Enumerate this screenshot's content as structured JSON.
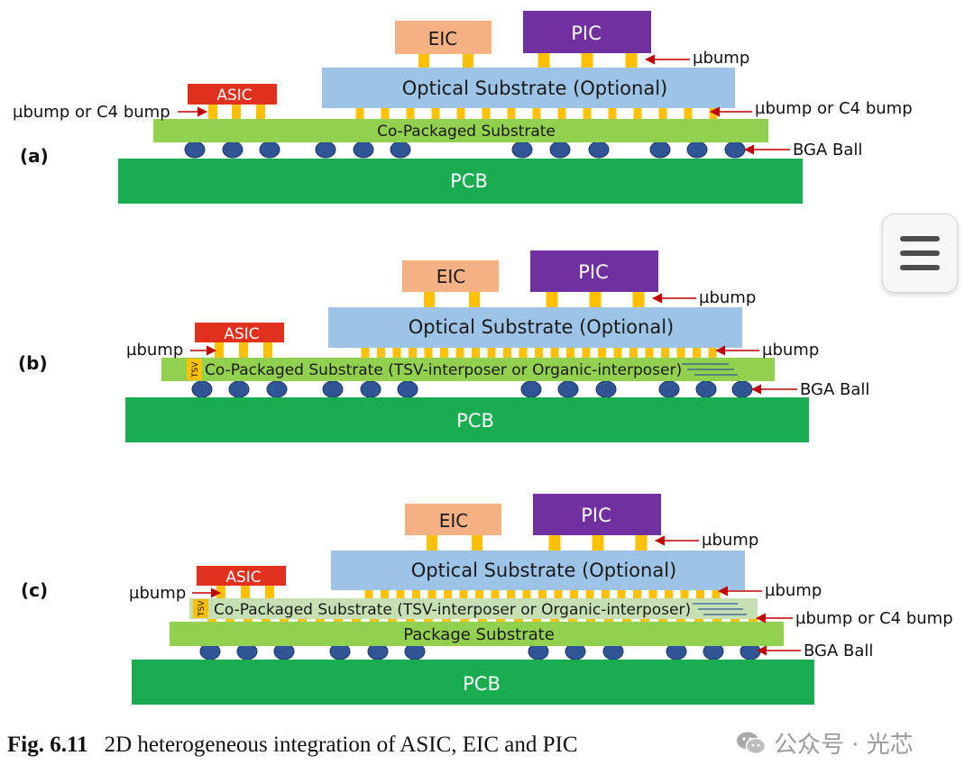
{
  "panels": [
    {
      "id": "a",
      "label": "(a)",
      "eic": "EIC",
      "pic": "PIC",
      "asic": "ASIC",
      "optical_substrate": "Optical Substrate (Optional)",
      "co_packaged_substrate": "Co-Packaged Substrate",
      "pcb": "PCB",
      "callouts": {
        "pic_bump": "µbump",
        "asic_bump": "µbump or C4 bump",
        "optical_bump": "µbump or C4 bump",
        "bga": "BGA Ball"
      }
    },
    {
      "id": "b",
      "label": "(b)",
      "eic": "EIC",
      "pic": "PIC",
      "asic": "ASIC",
      "optical_substrate": "Optical Substrate (Optional)",
      "co_packaged_substrate": "Co-Packaged Substrate (TSV-interposer or Organic-interposer)",
      "tsv": "TSV",
      "pcb": "PCB",
      "callouts": {
        "pic_bump": "µbump",
        "asic_bump": "µbump",
        "optical_bump": "µbump",
        "bga": "BGA Ball"
      }
    },
    {
      "id": "c",
      "label": "(c)",
      "eic": "EIC",
      "pic": "PIC",
      "asic": "ASIC",
      "optical_substrate": "Optical Substrate (Optional)",
      "co_packaged_substrate": "Co-Packaged Substrate (TSV-interposer or Organic-interposer)",
      "tsv": "TSV",
      "package_substrate": "Package Substrate",
      "pcb": "PCB",
      "callouts": {
        "pic_bump": "µbump",
        "asic_bump": "µbump",
        "optical_bump": "µbump",
        "interposer_bump": "µbump or C4 bump",
        "bga": "BGA Ball"
      }
    }
  ],
  "caption": {
    "number": "Fig. 6.11",
    "text": "2D heterogeneous integration of ASIC, EIC and PIC"
  },
  "watermark": "公众号 · 光芯",
  "menu_button_icon": "hamburger-menu-icon",
  "colors": {
    "pcb": "#1aac50",
    "substrate": "#92d050",
    "interposer_light": "#c6e0b4",
    "optical": "#9dc3e6",
    "pic": "#7030a0",
    "eic": "#f4b183",
    "asic": "#e0301e",
    "bump": "#ffc000",
    "bga": "#2f5597",
    "arrow": "#c00000"
  }
}
